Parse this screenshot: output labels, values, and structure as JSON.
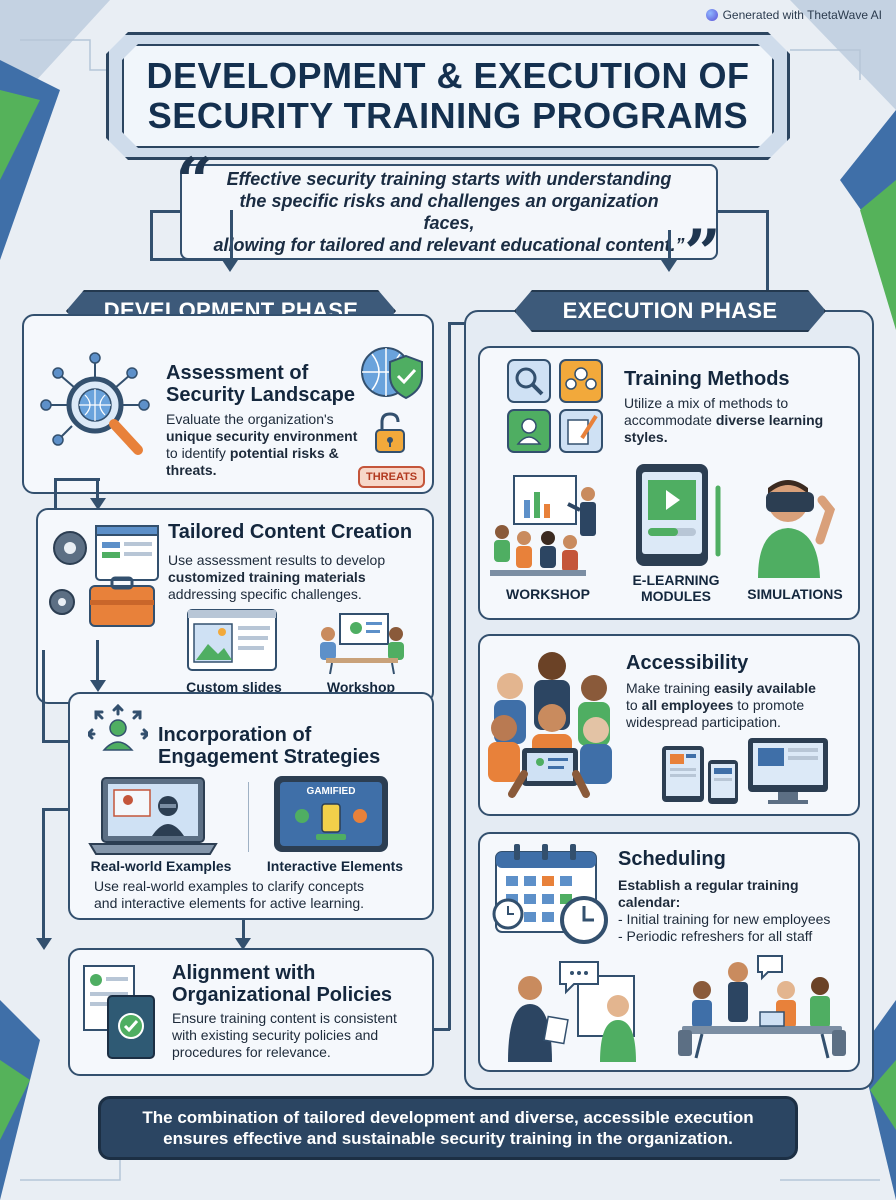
{
  "watermark": "Generated with ThetaWave AI",
  "title": {
    "line1": "DEVELOPMENT & EXECUTION OF",
    "line2": "SECURITY TRAINING PROGRAMS"
  },
  "quote": {
    "line1": "Effective security training starts with understanding",
    "line2": "the specific risks and challenges an organization faces,",
    "line3": "allowing for tailored and relevant educational content.”"
  },
  "development": {
    "header": "DEVELOPMENT PHASE",
    "assessment": {
      "title1": "Assessment of",
      "title2": "Security Landscape",
      "t1": "Evaluate the organization's",
      "t2a": "unique security environment",
      "t3a": "to identify ",
      "t3b": "potential risks &",
      "t4": "threats.",
      "badge": "THREATS"
    },
    "tailored": {
      "title": "Tailored Content Creation",
      "t1": "Use assessment results to develop",
      "t2": "customized training materials",
      "t3": "addressing specific challenges.",
      "caption1": "Custom slides",
      "caption2": "Workshop"
    },
    "engagement": {
      "title1": "Incorporation of",
      "title2": "Engagement Strategies",
      "caption1": "Real-world Examples",
      "caption2": "Interactive Elements",
      "tablet_label": "GAMIFIED",
      "t1": "Use real-world examples to clarify concepts",
      "t2": "and interactive elements for active learning."
    },
    "alignment": {
      "title1": "Alignment with",
      "title2": "Organizational Policies",
      "t1": "Ensure training content is consistent",
      "t2": "with existing security policies and",
      "t3": "procedures for relevance."
    }
  },
  "execution": {
    "header": "EXECUTION PHASE",
    "methods": {
      "title": "Training Methods",
      "t1": "Utilize a mix of methods to",
      "t2a": "accommodate ",
      "t2b": "diverse learning",
      "t3": "styles.",
      "caption1": "WORKSHOP",
      "caption2a": "E-LEARNING",
      "caption2b": "MODULES",
      "caption3": "SIMULATIONS"
    },
    "accessibility": {
      "title": "Accessibility",
      "t1a": "Make training ",
      "t1b": "easily available",
      "t2a": "to ",
      "t2b": "all employees",
      "t2c": " to promote",
      "t3": "widespread participation."
    },
    "scheduling": {
      "title": "Scheduling",
      "t1": "Establish a regular training",
      "t2": "calendar:",
      "t3": "- Initial training for new employees",
      "t4": "- Periodic refreshers for all staff"
    }
  },
  "footer": {
    "line1": "The combination of tailored development and diverse, accessible execution",
    "line2": "ensures effective and sustainable security training in the organization."
  },
  "colors": {
    "navy": "#33506e",
    "header_blue": "#3d5a7a",
    "accent_orange": "#e8813a",
    "accent_green": "#4fae62",
    "accent_red": "#c4553a"
  }
}
